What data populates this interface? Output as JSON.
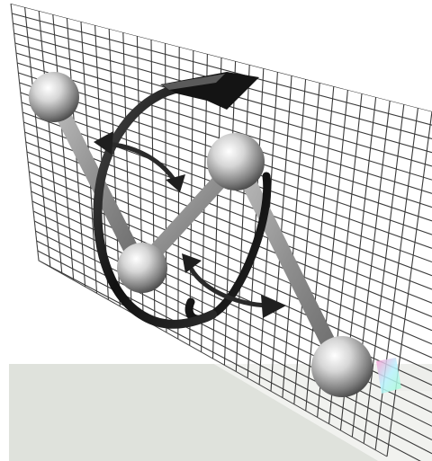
{
  "diagram": {
    "background_color": "#ffffff",
    "floor_color": "#dfe2dc",
    "grid_line_color": "#3a3a3a",
    "rod_color": "#9a9a9a",
    "sphere_color": "#c8c8c8",
    "arrow_color": "#1c1c1c",
    "spheres": [
      "atom-top-left",
      "atom-upper-center",
      "atom-middle",
      "atom-bottom-right"
    ],
    "bonds": [
      [
        "atom-top-left",
        "atom-middle"
      ],
      [
        "atom-upper-center",
        "atom-middle"
      ],
      [
        "atom-upper-center",
        "atom-bottom-right"
      ]
    ],
    "arrows": [
      "large-rotation-arrow-icon",
      "upper-curved-arrow-icon",
      "lower-curved-arrow-icon"
    ]
  }
}
